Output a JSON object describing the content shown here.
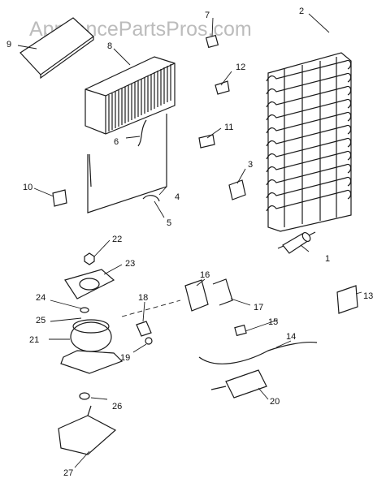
{
  "watermark": "AppliancePartsPros.com",
  "callouts": {
    "c1": "1",
    "c2": "2",
    "c3": "3",
    "c4": "4",
    "c5": "5",
    "c6": "6",
    "c7": "7",
    "c8": "8",
    "c9": "9",
    "c10": "10",
    "c11": "11",
    "c12": "12",
    "c13": "13",
    "c14": "14",
    "c15": "15",
    "c16": "16",
    "c17": "17",
    "c18": "18",
    "c19": "19",
    "c20": "20",
    "c21": "21",
    "c22": "22",
    "c23": "23",
    "c24": "24",
    "c25": "25",
    "c26": "26",
    "c27": "27"
  }
}
